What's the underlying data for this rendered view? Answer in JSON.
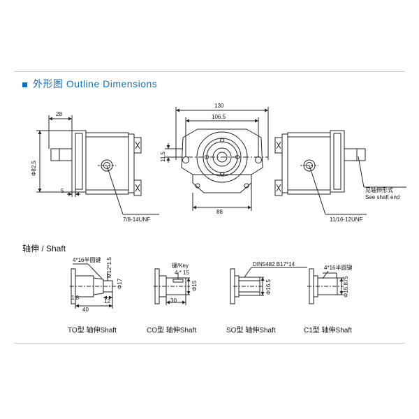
{
  "header": {
    "title": "外形图 Outline Dimensions"
  },
  "colors": {
    "title_blue": "#1a6fb0",
    "line": "#222222",
    "rule": "#c8c8c8"
  },
  "outline": {
    "dims": {
      "d28": "28",
      "d82_5": "Φ82.5",
      "d5": "5",
      "d130": "130",
      "d106_5": "106.5",
      "d11_5": "11.5",
      "d88": "88"
    },
    "port_left": "7/8-14UNF",
    "port_right": "11/16-12UNF",
    "shaft_note_cn": "见轴伸形式",
    "shaft_note_en": "See shaft end"
  },
  "shaft_section": {
    "title": "轴伸 / Shaft",
    "to": {
      "key": "4*16半圆键",
      "thread": "M12*1.5",
      "dia": "Φ17",
      "taper": "1:8",
      "len40": "40",
      "len12": "12",
      "caption": "TO型 轴伸Shaft"
    },
    "co": {
      "key": "键/Key",
      "key_size": "4 * 15",
      "dia": "Φ15",
      "len30": "30",
      "caption": "CO型 轴伸Shaft"
    },
    "so": {
      "spline": "DIN5482 B17*14",
      "dia": "Φ16.5",
      "caption": "SO型 轴伸Shaft"
    },
    "c1": {
      "key": "4*16半圆键",
      "dia": "Φ15.875",
      "caption": "C1型 轴伸Shaft"
    }
  }
}
